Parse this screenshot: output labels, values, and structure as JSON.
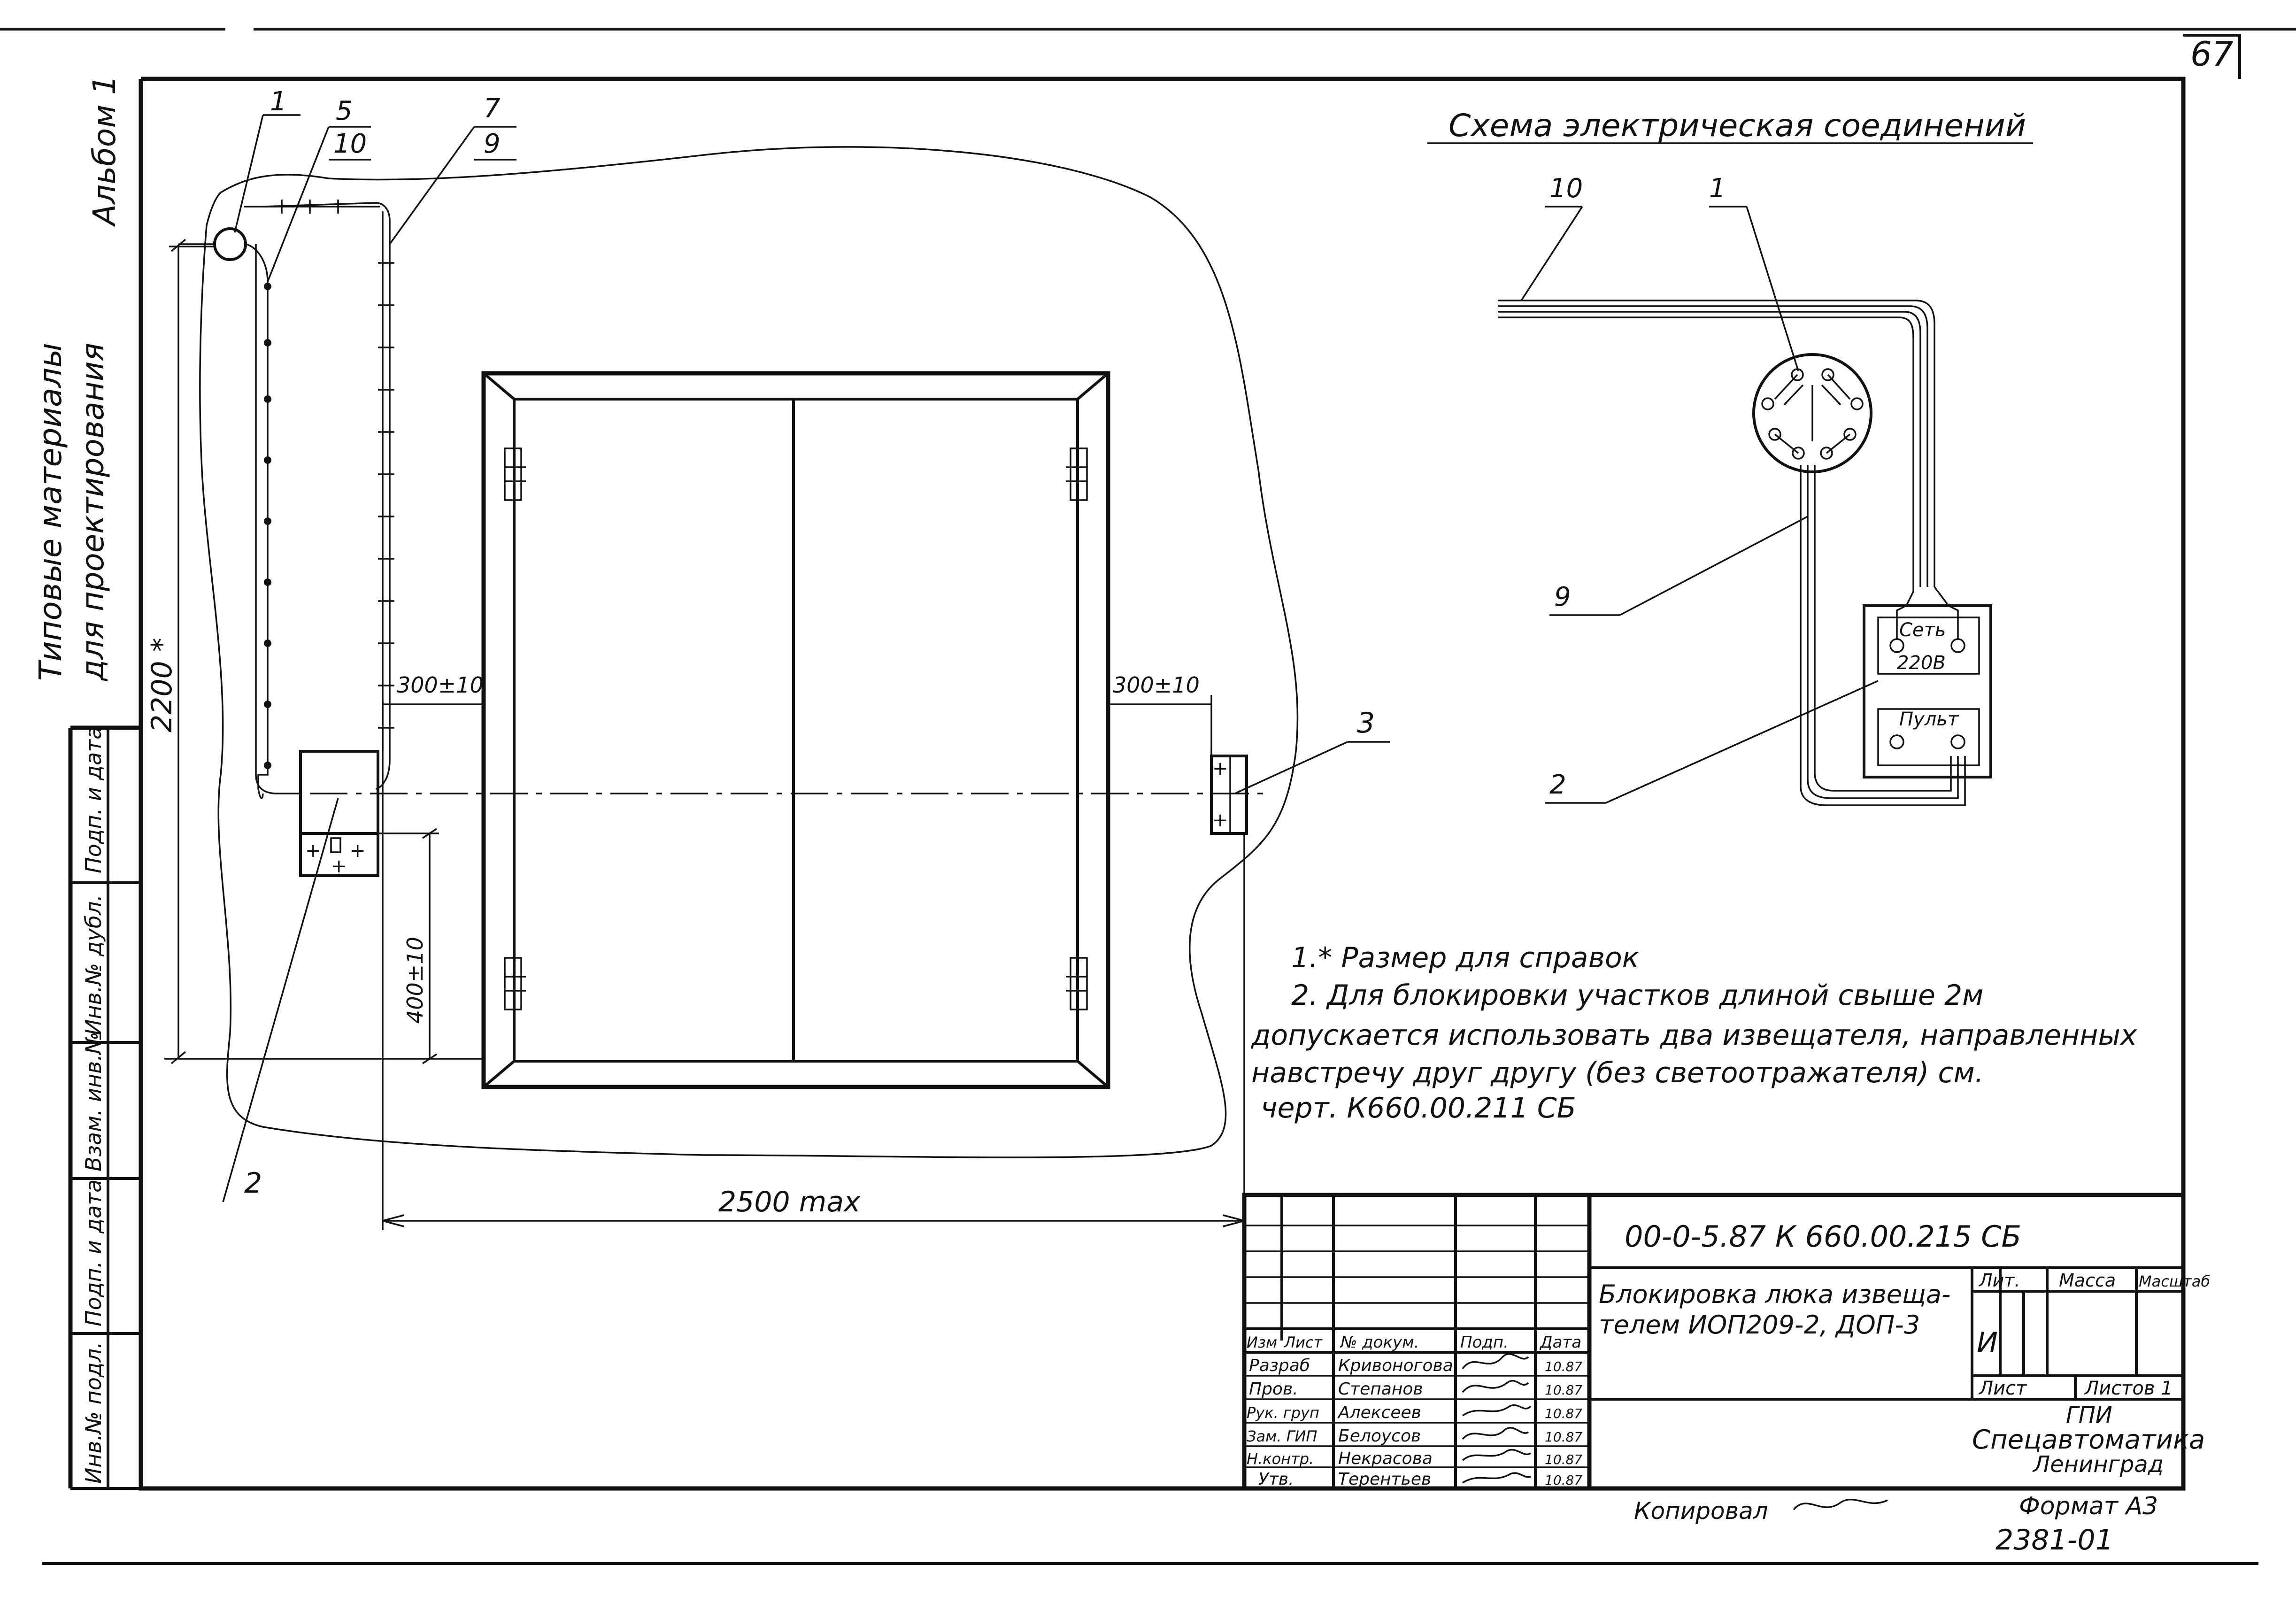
{
  "sheet": {
    "page_number": "67",
    "top_left_label": "Альбом 1",
    "side_title": [
      "Типовые материалы",
      "для проектирования"
    ],
    "side_stamp_cells": [
      "Подп. и дата",
      "Инв.№ дубл.",
      "Взам. инв.№",
      "Подп. и дата",
      "Инв.№ подл."
    ]
  },
  "plan": {
    "leaders": [
      "1",
      "5",
      "10",
      "7",
      "9"
    ],
    "dim_height": "2200 *",
    "dim_left_gap": "300±10",
    "dim_right_gap": "300±10",
    "dim_receiver": "400±10",
    "dim_width": "2500 max",
    "label_2": "2",
    "label_3": "3"
  },
  "scheme": {
    "title": "Схема электрическая соединений",
    "label_10": "10",
    "label_1": "1",
    "label_9": "9",
    "label_2": "2",
    "terminal_set": "Сеть",
    "terminal_voltage": "220В",
    "terminal_panel": "Пульт"
  },
  "notes": [
    "1.* Размер для справок",
    "2. Для блокировки участков длиной свыше 2м",
    "допускается использовать два извещателя, направленных",
    "навстречу друг другу (без светоотражателя) см.",
    "черт. К660.00.211 СБ"
  ],
  "title_block": {
    "doc_code": "00-0-5.87   К 660.00.215 СБ",
    "title_line1": "Блокировка люка извеща-",
    "title_line2": "телем ИОП209-2, ДОП-3",
    "headers": [
      "Изм",
      "Лист",
      "№ докум.",
      "Подп.",
      "Дата"
    ],
    "rows": [
      {
        "role": "Разраб",
        "name": "Кривоногова",
        "date": "10.87"
      },
      {
        "role": "Пров.",
        "name": "Степанов",
        "date": "10.87"
      },
      {
        "role": "Рук. груп",
        "name": "Алексеев",
        "date": "10.87"
      },
      {
        "role": "Зам. ГИП",
        "name": "Белоусов",
        "date": "10.87"
      },
      {
        "role": "Н.контр.",
        "name": "Некрасова",
        "date": "10.87"
      },
      {
        "role": "Утв.",
        "name": "Терентьев",
        "date": "10.87"
      }
    ],
    "lit_header": "Лит.",
    "mass_header": "Масса",
    "scale_header": "Масштаб",
    "lit_value": "И",
    "sheet_label": "Лист",
    "sheets_label": "Листов 1",
    "org_line1": "ГПИ",
    "org_line2": "Спецавтоматика",
    "org_line3": "Ленинград"
  },
  "footer": {
    "copied_label": "Копировал",
    "format": "Формат А3",
    "inventory": "2381-01"
  }
}
